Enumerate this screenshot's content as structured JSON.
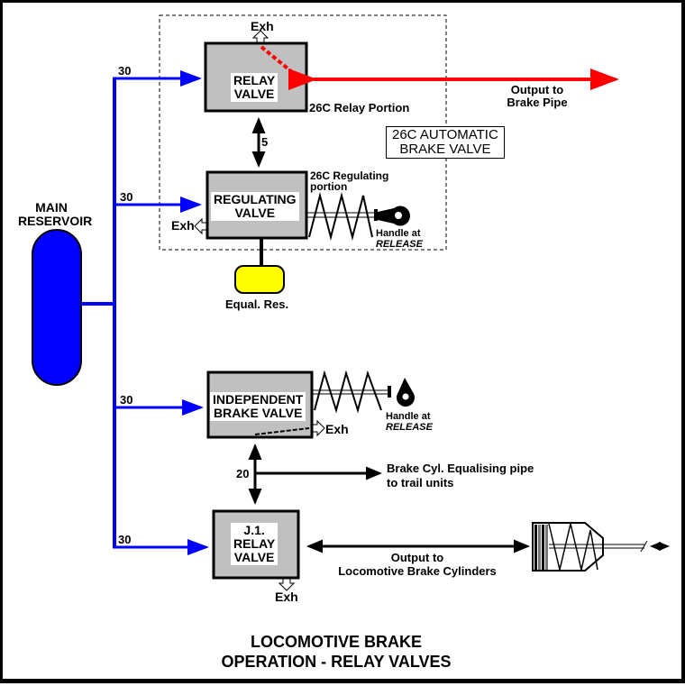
{
  "diagram": {
    "title_line1": "LOCOMOTIVE BRAKE",
    "title_line2": "OPERATION - RELAY VALVES",
    "main_reservoir": {
      "line1": "MAIN",
      "line2": "RESERVOIR",
      "color": "#0000ff"
    },
    "automatic_brake_valve": {
      "line1": "26C AUTOMATIC",
      "line2": "BRAKE VALVE"
    },
    "relay_valve": {
      "line1": "RELAY",
      "line2": "VALVE",
      "portion": "26C Relay Portion",
      "exhaust": "Exh",
      "supply_pressure": "30"
    },
    "link_relay_regulating": "5",
    "regulating_valve": {
      "line1": "REGULATING",
      "line2": "VALVE",
      "portion_line1": "26C Regulating",
      "portion_line2": "portion",
      "exhaust": "Exh",
      "supply_pressure": "30",
      "handle_line1": "Handle at",
      "handle_line2": "RELEASE"
    },
    "equalising_reservoir": {
      "label": "Equal. Res.",
      "color": "#ffff00"
    },
    "brake_pipe_output": {
      "line1": "Output to",
      "line2": "Brake Pipe",
      "color": "#ff0000"
    },
    "independent_brake_valve": {
      "line1": "INDEPENDENT",
      "line2": "BRAKE VALVE",
      "exhaust": "Exh",
      "supply_pressure": "30",
      "handle_line1": "Handle at",
      "handle_line2": "RELEASE"
    },
    "link_independent_j1": "20",
    "equalising_pipe": {
      "line1": "Brake Cyl. Equalising pipe",
      "line2": "to trail units"
    },
    "j1_relay_valve": {
      "line1": "J.1.",
      "line2": "RELAY",
      "line3": "VALVE",
      "exhaust": "Exh",
      "supply_pressure": "30"
    },
    "cylinder_output": {
      "line1": "Output to",
      "line2": "Locomotive Brake Cylinders"
    },
    "colors": {
      "valve_fill": "#c0c0c0",
      "air_supply": "#0000ff",
      "brake_pipe": "#ff0000"
    }
  }
}
